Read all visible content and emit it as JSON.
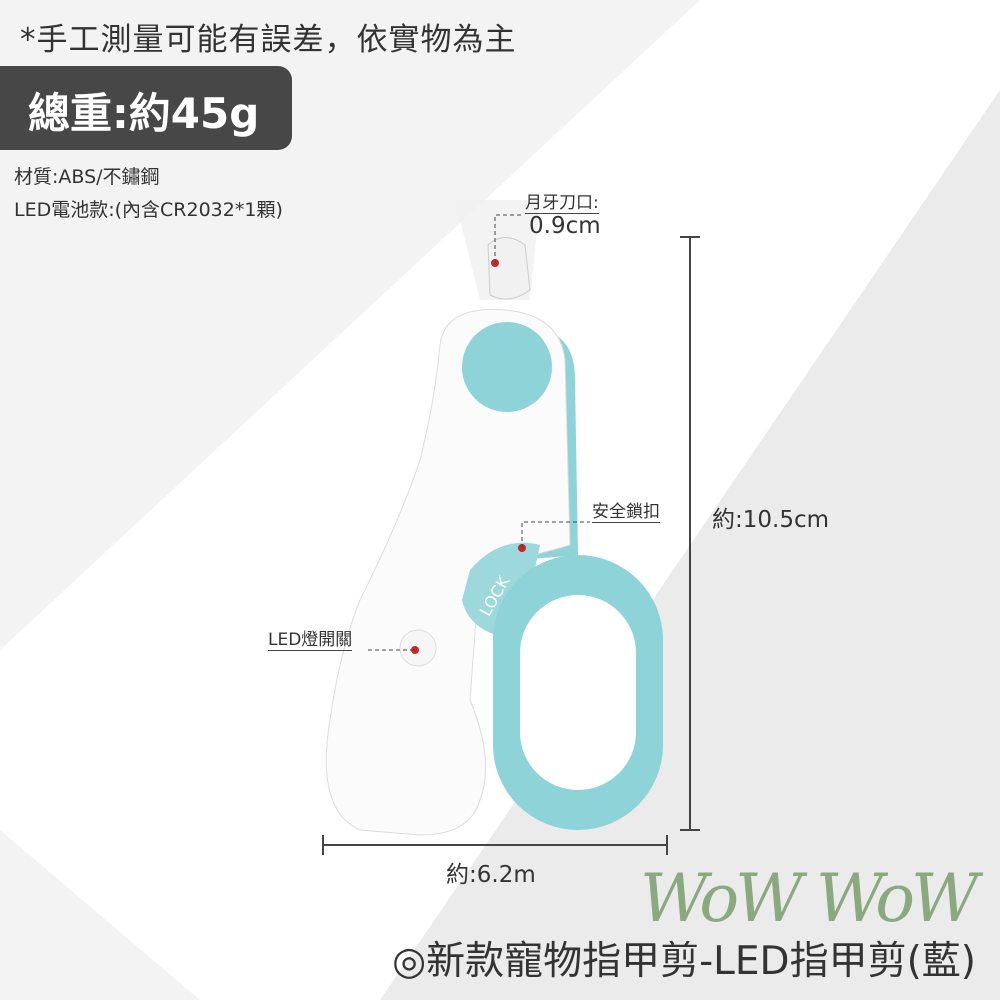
{
  "notice": "*手工測量可能有誤差，依實物為主",
  "weight": "總重:約45g",
  "specs": {
    "material": "材質:ABS/不鏽鋼",
    "battery": "LED電池款:(內含CR2032*1顆)"
  },
  "callouts": {
    "blade_label": "月牙刀口:",
    "blade_value": "0.9cm",
    "lock_label": "安全鎖扣",
    "led_label": "LED燈開關",
    "lock_text": "LOCK"
  },
  "dimensions": {
    "height": "約:10.5cm",
    "width": "約:6.2m"
  },
  "product_title": "◎新款寵物指甲剪-LED指甲剪(藍)",
  "logo": "WoWWoW",
  "colors": {
    "accent_blue": "#8dd3d8",
    "dark_box": "#474747",
    "marker_red": "#c0282d"
  }
}
